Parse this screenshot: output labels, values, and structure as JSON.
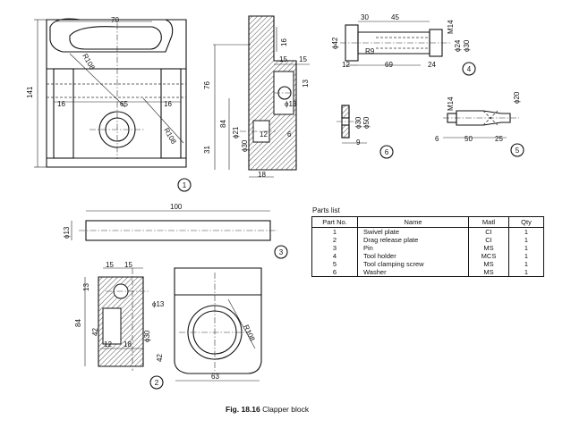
{
  "view1": {
    "label": "1",
    "dims": [
      "70",
      "141",
      "76",
      "84",
      "16",
      "65",
      "16",
      "R108",
      "R108",
      "31"
    ]
  },
  "view_side": {
    "dims": [
      "16",
      "15",
      "15",
      "13",
      "ϕ13",
      "ϕ21",
      "12",
      "6",
      "ϕ30",
      "18"
    ]
  },
  "view4": {
    "label": "4",
    "dims": [
      "30",
      "45",
      "M14",
      "ϕ42",
      "R9",
      "12",
      "69",
      "24",
      "ϕ24",
      "ϕ30"
    ]
  },
  "view5": {
    "label": "5",
    "dims": [
      "M14",
      "ϕ20",
      "6",
      "50",
      "25"
    ]
  },
  "view6": {
    "label": "6",
    "dims": [
      "ϕ30",
      "ϕ50",
      "9"
    ]
  },
  "view3": {
    "label": "3",
    "dims": [
      "100",
      "ϕ13"
    ]
  },
  "view2": {
    "label": "2",
    "dims": [
      "15",
      "15",
      "13",
      "ϕ13",
      "84",
      "42",
      "12",
      "18",
      "ϕ30",
      "42",
      "R108",
      "63"
    ]
  },
  "parts_list": {
    "title": "Parts list",
    "headers": [
      "Part No.",
      "Name",
      "Matl",
      "Qty"
    ],
    "rows": [
      [
        "1",
        "Swivel plate",
        "CI",
        "1"
      ],
      [
        "2",
        "Drag release plate",
        "CI",
        "1"
      ],
      [
        "3",
        "Pin",
        "MS",
        "1"
      ],
      [
        "4",
        "Tool holder",
        "MCS",
        "1"
      ],
      [
        "5",
        "Tool clamping screw",
        "MS",
        "1"
      ],
      [
        "6",
        "Washer",
        "MS",
        "1"
      ]
    ]
  },
  "caption": {
    "fig": "Fig. 18.16",
    "text": "Clapper block"
  }
}
